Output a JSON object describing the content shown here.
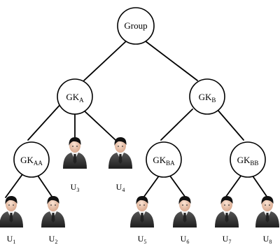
{
  "nodes": {
    "group": {
      "label": "Group"
    },
    "gk_a": {
      "base": "GK",
      "sub": "A"
    },
    "gk_b": {
      "base": "GK",
      "sub": "B"
    },
    "gk_aa": {
      "base": "GK",
      "sub": "AA"
    },
    "gk_ba": {
      "base": "GK",
      "sub": "BA"
    },
    "gk_bb": {
      "base": "GK",
      "sub": "BB"
    }
  },
  "users": [
    {
      "base": "U",
      "sub": "1"
    },
    {
      "base": "U",
      "sub": "2"
    },
    {
      "base": "U",
      "sub": "3"
    },
    {
      "base": "U",
      "sub": "4"
    },
    {
      "base": "U",
      "sub": "5"
    },
    {
      "base": "U",
      "sub": "6"
    },
    {
      "base": "U",
      "sub": "7"
    },
    {
      "base": "U",
      "sub": "8"
    }
  ],
  "icons": {
    "user": "businessman-icon"
  }
}
